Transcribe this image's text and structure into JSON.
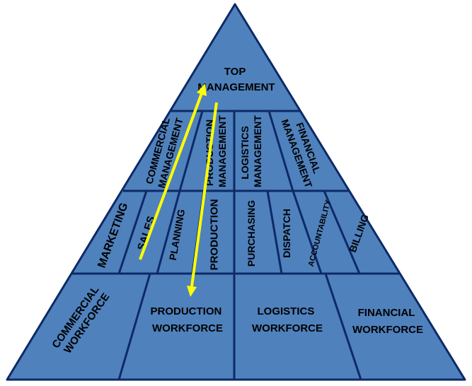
{
  "top": {
    "label_line1": "TOP",
    "label_line2": "MANAGEMENT"
  },
  "management": [
    {
      "line1": "COMMERCIAL",
      "line2": "MANAGEMENT"
    },
    {
      "line1": "PRODUCTION",
      "line2": "MANAGEMENT"
    },
    {
      "line1": "LOGISTICS",
      "line2": "MANAGEMENT"
    },
    {
      "line1": "FINANCIAL",
      "line2": "MANAGEMENT"
    }
  ],
  "functions": [
    "MARKETING",
    "SALES",
    "PLANNING",
    "PRODUCTION",
    "PURCHASING",
    "DISPATCH",
    "ACCOUNTABILITY",
    "BILLING"
  ],
  "workforce": [
    {
      "line1": "COMMERCIAL",
      "line2": "WORKFORCE"
    },
    {
      "line1": "PRODUCTION",
      "line2": "WORKFORCE"
    },
    {
      "line1": "LOGISTICS",
      "line2": "WORKFORCE"
    },
    {
      "line1": "FINANCIAL",
      "line2": "WORKFORCE"
    }
  ],
  "colors": {
    "fill": "#4f81bd",
    "outline": "#0d2a66",
    "arrows": "#ffff00"
  }
}
